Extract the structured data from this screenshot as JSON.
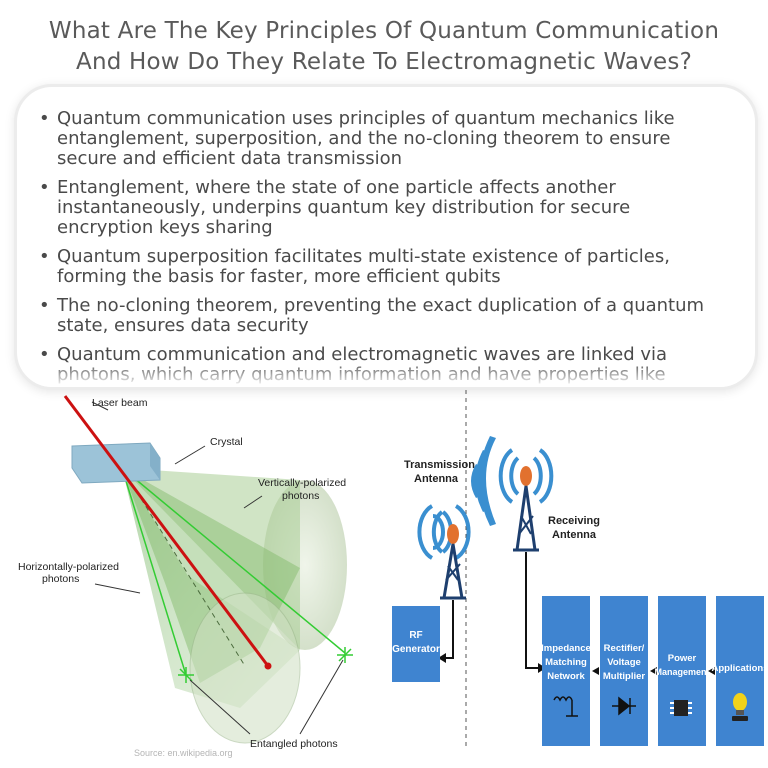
{
  "header": {
    "title_line1": "What Are The Key Principles Of Quantum Communication",
    "title_line2": "And How Do They Relate To Electromagnetic Waves?"
  },
  "bullets": [
    "Quantum communication uses principles of quantum mechanics like entanglement, superposition, and the no-cloning theorem to ensure secure and efficient data transmission",
    "Entanglement, where the state of one particle affects another instantaneously, underpins quantum key distribution for secure encryption keys sharing",
    "Quantum superposition facilitates multi-state existence of particles, forming the basis for faster, more efficient qubits",
    "The no-cloning theorem, preventing the exact duplication of a quantum state, ensures data security",
    "Quantum communication and electromagnetic waves are linked via photons, which carry quantum information and have properties like"
  ],
  "bullet_glyph": "•",
  "left_figure": {
    "label_laser": "Laser beam",
    "label_crystal": "Crystal",
    "label_vertical_1": "Vertically-polarized",
    "label_vertical_2": "photons",
    "label_horizontal_1": "Horizontally-polarized",
    "label_horizontal_2": "photons",
    "label_entangled": "Entangled photons",
    "source": "Source: en.wikipedia.org"
  },
  "right_figure": {
    "tx_label_1": "Transmission",
    "tx_label_2": "Antenna",
    "rx_label_1": "Receiving",
    "rx_label_2": "Antenna",
    "rf_1": "RF",
    "rf_2": "Generator",
    "box1_1": "Impedance",
    "box1_2": "Matching",
    "box1_3": "Network",
    "box2_1": "Rectifier/",
    "box2_2": "Voltage",
    "box2_3": "Multiplier",
    "box3_1": "Power",
    "box3_2": "Management",
    "box4_1": "Applications"
  },
  "colors": {
    "title": "#5a5a5a",
    "body_text": "#4a4a4a",
    "laser": "#cc1111",
    "cone": "#8bbf6e",
    "crystal": "#9cc3d8",
    "block_blue": "#3f84d0",
    "antenna_ring": "#3a8fd0",
    "antenna_tip": "#e2712e"
  }
}
